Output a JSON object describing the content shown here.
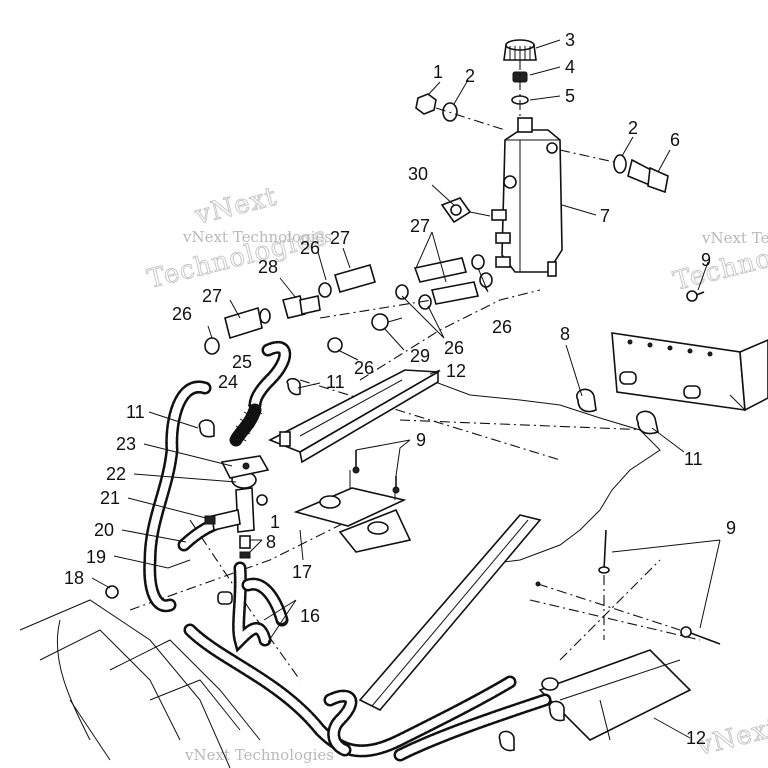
{
  "diagram": {
    "watermark_small": "vNext Technologies",
    "watermark_big": "Technologies",
    "watermark_vnext": "vNext",
    "callouts": {
      "c1a": "1",
      "c2a": "2",
      "c3": "3",
      "c4": "4",
      "c5": "5",
      "c2b": "2",
      "c6": "6",
      "c7": "7",
      "c30": "30",
      "c27a": "27",
      "c27b": "27",
      "c27c": "27",
      "c26a": "26",
      "c26b": "26",
      "c26c": "26",
      "c26d": "26",
      "c26e": "26",
      "c28": "28",
      "c29": "29",
      "c25": "25",
      "c24": "24",
      "c11a": "11",
      "c11b": "11",
      "c11c": "11",
      "c12a": "12",
      "c12b": "12",
      "c9a": "9",
      "c9b": "9",
      "c9c": "9",
      "c8a": "8",
      "c8b": "8",
      "c23": "23",
      "c22": "22",
      "c21": "21",
      "c20": "20",
      "c19": "19",
      "c18": "18",
      "c1b": "1",
      "c17": "17",
      "c16": "16"
    }
  }
}
